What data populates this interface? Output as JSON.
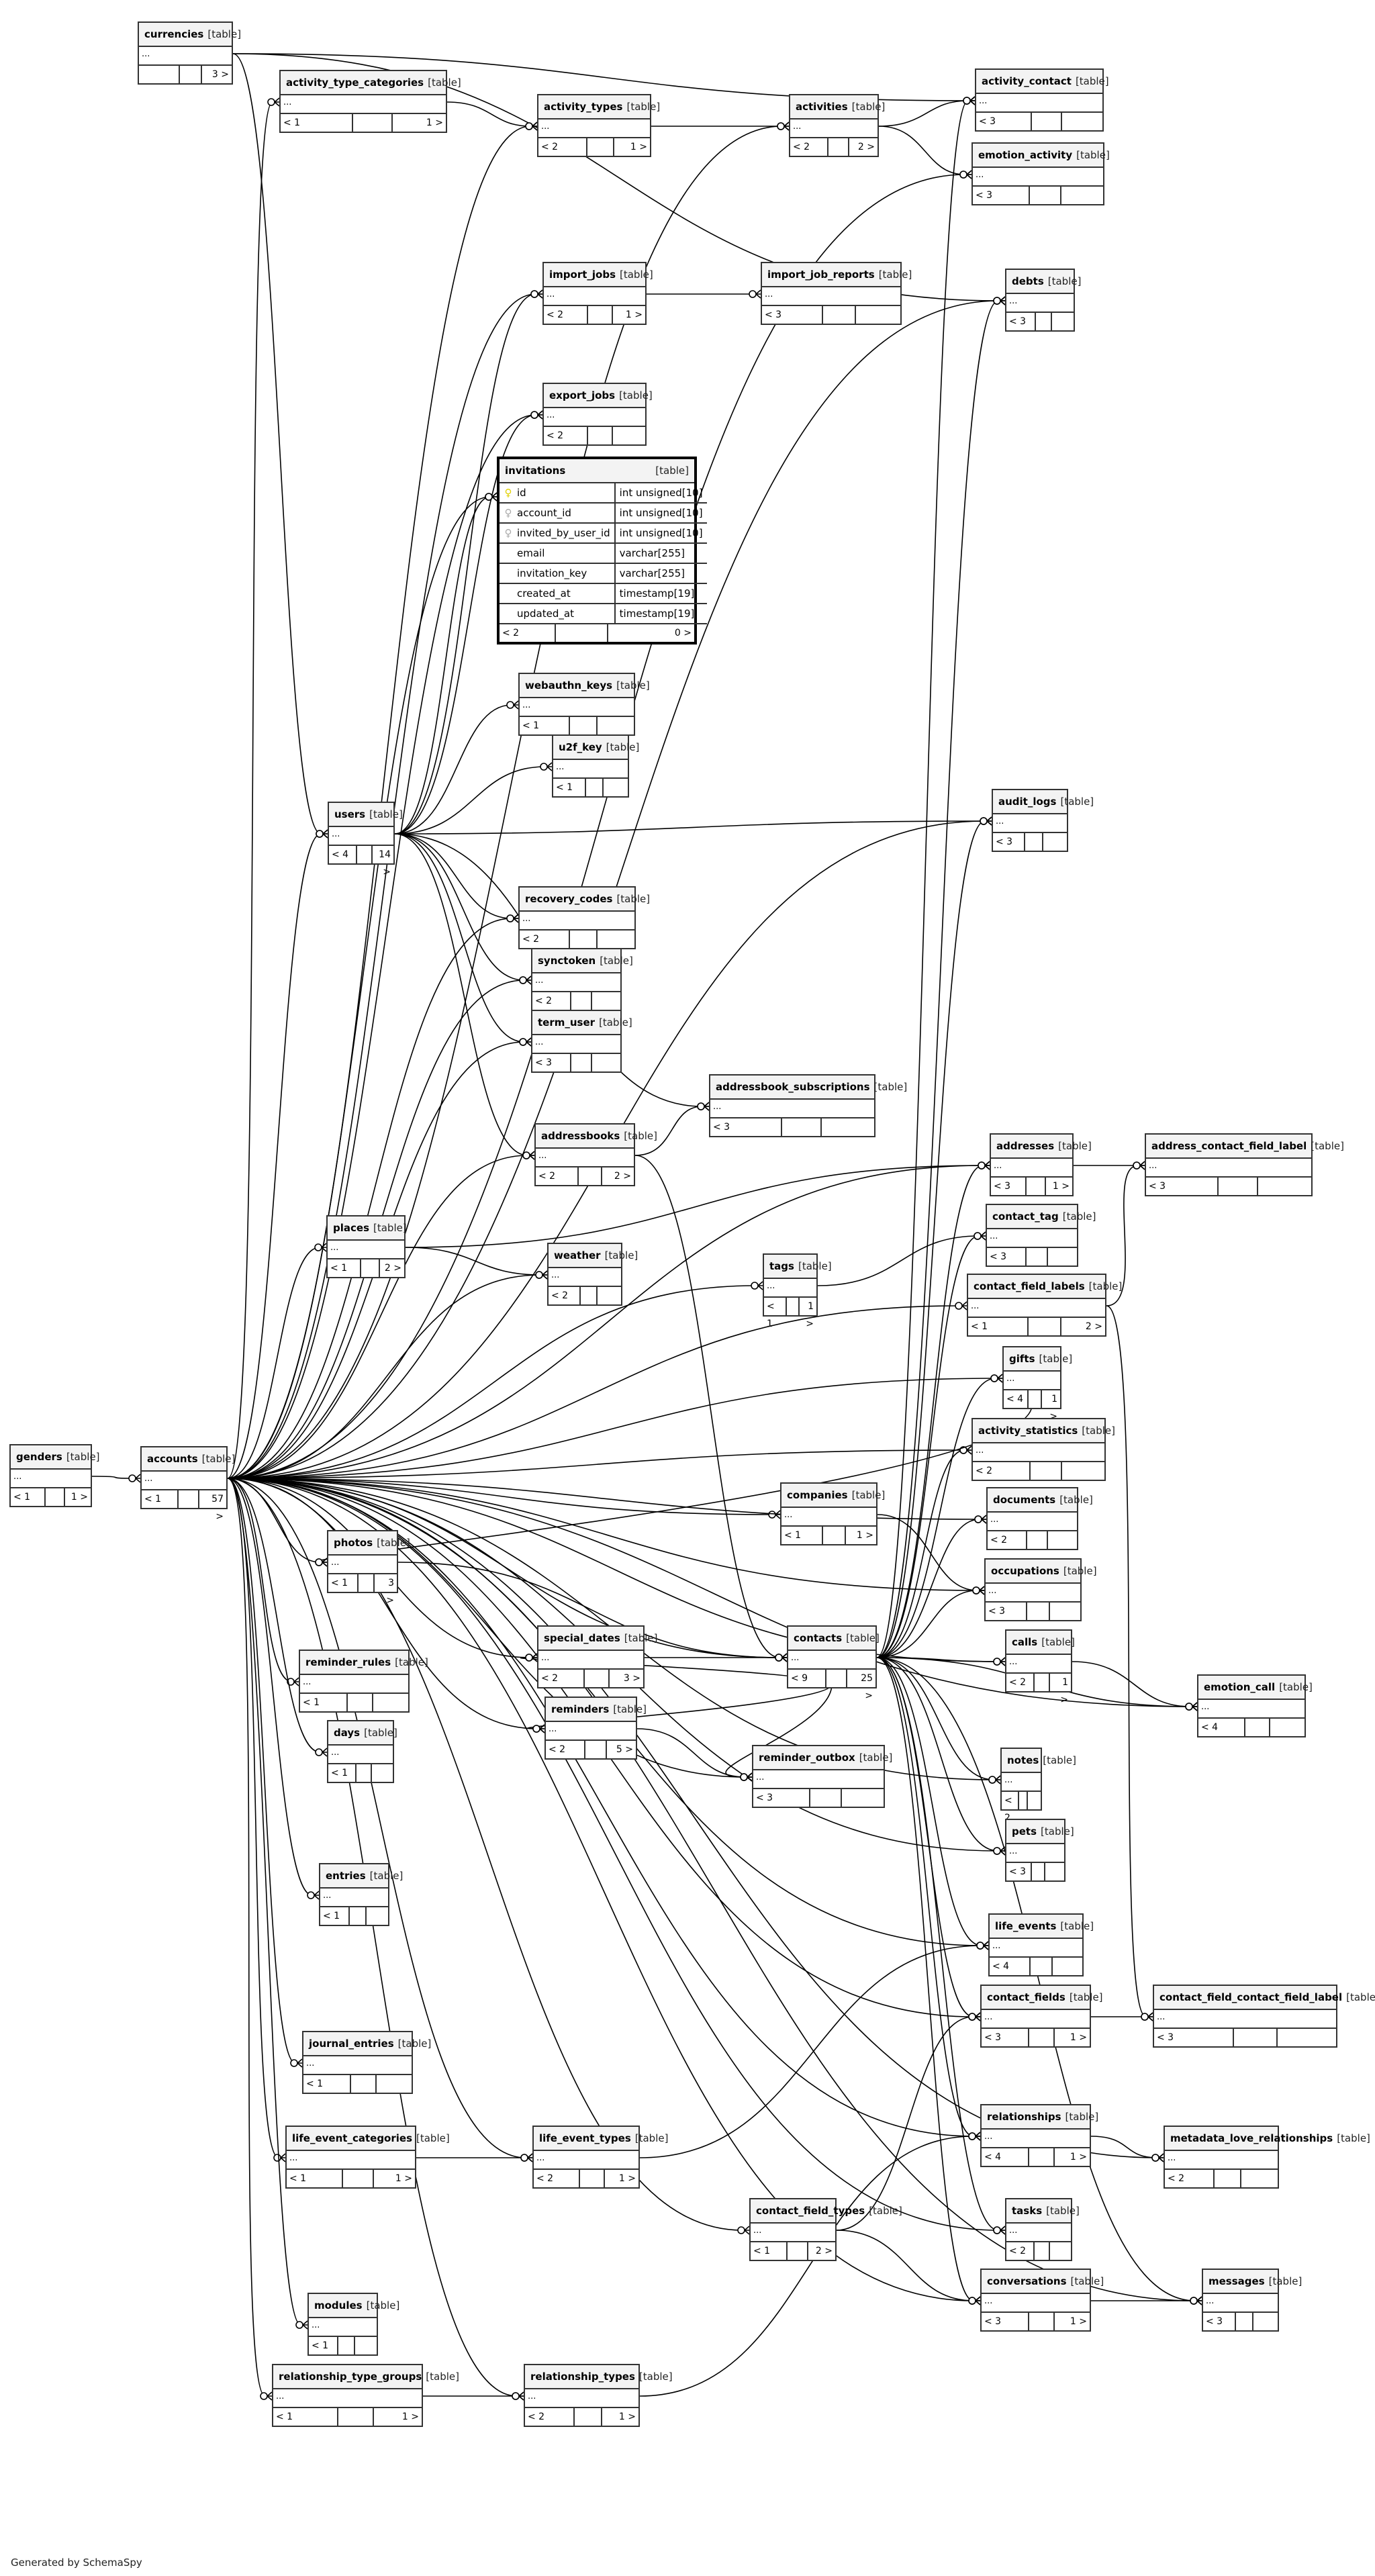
{
  "footer": "Generated by SchemaSpy",
  "table_kind_label": "[table]",
  "ellipsis": "...",
  "tables": [
    {
      "id": "currencies",
      "name": "currencies",
      "parents": "",
      "children": "3 >"
    },
    {
      "id": "activity_type_categories",
      "name": "activity_type_categories",
      "parents": "< 1",
      "children": "1 >"
    },
    {
      "id": "activity_types",
      "name": "activity_types",
      "parents": "< 2",
      "children": "1 >"
    },
    {
      "id": "activities",
      "name": "activities",
      "parents": "< 2",
      "children": "2 >"
    },
    {
      "id": "activity_contact",
      "name": "activity_contact",
      "parents": "< 3",
      "children": ""
    },
    {
      "id": "emotion_activity",
      "name": "emotion_activity",
      "parents": "< 3",
      "children": ""
    },
    {
      "id": "import_jobs",
      "name": "import_jobs",
      "parents": "< 2",
      "children": "1 >"
    },
    {
      "id": "import_job_reports",
      "name": "import_job_reports",
      "parents": "< 3",
      "children": ""
    },
    {
      "id": "debts",
      "name": "debts",
      "parents": "< 3",
      "children": ""
    },
    {
      "id": "export_jobs",
      "name": "export_jobs",
      "parents": "< 2",
      "children": ""
    },
    {
      "id": "webauthn_keys",
      "name": "webauthn_keys",
      "parents": "< 1",
      "children": ""
    },
    {
      "id": "u2f_key",
      "name": "u2f_key",
      "parents": "< 1",
      "children": ""
    },
    {
      "id": "users",
      "name": "users",
      "parents": "< 4",
      "children": "14 >"
    },
    {
      "id": "audit_logs",
      "name": "audit_logs",
      "parents": "< 3",
      "children": ""
    },
    {
      "id": "recovery_codes",
      "name": "recovery_codes",
      "parents": "< 2",
      "children": ""
    },
    {
      "id": "synctoken",
      "name": "synctoken",
      "parents": "< 2",
      "children": ""
    },
    {
      "id": "term_user",
      "name": "term_user",
      "parents": "< 3",
      "children": ""
    },
    {
      "id": "addressbook_subscriptions",
      "name": "addressbook_subscriptions",
      "parents": "< 3",
      "children": ""
    },
    {
      "id": "addressbooks",
      "name": "addressbooks",
      "parents": "< 2",
      "children": "2 >"
    },
    {
      "id": "addresses",
      "name": "addresses",
      "parents": "< 3",
      "children": "1 >"
    },
    {
      "id": "address_contact_field_label",
      "name": "address_contact_field_label",
      "parents": "< 3",
      "children": ""
    },
    {
      "id": "places",
      "name": "places",
      "parents": "< 1",
      "children": "2 >"
    },
    {
      "id": "weather",
      "name": "weather",
      "parents": "< 2",
      "children": ""
    },
    {
      "id": "tags",
      "name": "tags",
      "parents": "< 1",
      "children": "1 >"
    },
    {
      "id": "contact_tag",
      "name": "contact_tag",
      "parents": "< 3",
      "children": ""
    },
    {
      "id": "contact_field_labels",
      "name": "contact_field_labels",
      "parents": "< 1",
      "children": "2 >"
    },
    {
      "id": "gifts",
      "name": "gifts",
      "parents": "< 4",
      "children": "1 >"
    },
    {
      "id": "genders",
      "name": "genders",
      "parents": "< 1",
      "children": "1 >"
    },
    {
      "id": "accounts",
      "name": "accounts",
      "parents": "< 1",
      "children": "57 >"
    },
    {
      "id": "activity_statistics",
      "name": "activity_statistics",
      "parents": "< 2",
      "children": ""
    },
    {
      "id": "companies",
      "name": "companies",
      "parents": "< 1",
      "children": "1 >"
    },
    {
      "id": "documents",
      "name": "documents",
      "parents": "< 2",
      "children": ""
    },
    {
      "id": "photos",
      "name": "photos",
      "parents": "< 1",
      "children": "3 >"
    },
    {
      "id": "occupations",
      "name": "occupations",
      "parents": "< 3",
      "children": ""
    },
    {
      "id": "special_dates",
      "name": "special_dates",
      "parents": "< 2",
      "children": "3 >"
    },
    {
      "id": "contacts",
      "name": "contacts",
      "parents": "< 9",
      "children": "25 >"
    },
    {
      "id": "calls",
      "name": "calls",
      "parents": "< 2",
      "children": "1 >"
    },
    {
      "id": "reminder_rules",
      "name": "reminder_rules",
      "parents": "< 1",
      "children": ""
    },
    {
      "id": "emotion_call",
      "name": "emotion_call",
      "parents": "< 4",
      "children": ""
    },
    {
      "id": "reminders",
      "name": "reminders",
      "parents": "< 2",
      "children": "5 >"
    },
    {
      "id": "days",
      "name": "days",
      "parents": "< 1",
      "children": ""
    },
    {
      "id": "reminder_outbox",
      "name": "reminder_outbox",
      "parents": "< 3",
      "children": ""
    },
    {
      "id": "notes",
      "name": "notes",
      "parents": "< 2",
      "children": ""
    },
    {
      "id": "pets",
      "name": "pets",
      "parents": "< 3",
      "children": ""
    },
    {
      "id": "entries",
      "name": "entries",
      "parents": "< 1",
      "children": ""
    },
    {
      "id": "life_events",
      "name": "life_events",
      "parents": "< 4",
      "children": ""
    },
    {
      "id": "contact_fields",
      "name": "contact_fields",
      "parents": "< 3",
      "children": "1 >"
    },
    {
      "id": "contact_field_contact_field_label",
      "name": "contact_field_contact_field_label",
      "parents": "< 3",
      "children": ""
    },
    {
      "id": "journal_entries",
      "name": "journal_entries",
      "parents": "< 1",
      "children": ""
    },
    {
      "id": "life_event_categories",
      "name": "life_event_categories",
      "parents": "< 1",
      "children": "1 >"
    },
    {
      "id": "life_event_types",
      "name": "life_event_types",
      "parents": "< 2",
      "children": "1 >"
    },
    {
      "id": "relationships",
      "name": "relationships",
      "parents": "< 4",
      "children": "1 >"
    },
    {
      "id": "metadata_love_relationships",
      "name": "metadata_love_relationships",
      "parents": "< 2",
      "children": ""
    },
    {
      "id": "contact_field_types",
      "name": "contact_field_types",
      "parents": "< 1",
      "children": "2 >"
    },
    {
      "id": "tasks",
      "name": "tasks",
      "parents": "< 2",
      "children": ""
    },
    {
      "id": "conversations",
      "name": "conversations",
      "parents": "< 3",
      "children": "1 >"
    },
    {
      "id": "messages",
      "name": "messages",
      "parents": "< 3",
      "children": ""
    },
    {
      "id": "modules",
      "name": "modules",
      "parents": "< 1",
      "children": ""
    },
    {
      "id": "relationship_type_groups",
      "name": "relationship_type_groups",
      "parents": "< 1",
      "children": "1 >"
    },
    {
      "id": "relationship_types",
      "name": "relationship_types",
      "parents": "< 2",
      "children": "1 >"
    }
  ],
  "focus_table": {
    "name": "invitations",
    "kind": "[table]",
    "columns": [
      {
        "name": "id",
        "type": "int unsigned[10]",
        "key": "primary"
      },
      {
        "name": "account_id",
        "type": "int unsigned[10]",
        "key": "foreign"
      },
      {
        "name": "invited_by_user_id",
        "type": "int unsigned[10]",
        "key": "foreign"
      },
      {
        "name": "email",
        "type": "varchar[255]",
        "key": ""
      },
      {
        "name": "invitation_key",
        "type": "varchar[255]",
        "key": ""
      },
      {
        "name": "created_at",
        "type": "timestamp[19]",
        "key": ""
      },
      {
        "name": "updated_at",
        "type": "timestamp[19]",
        "key": ""
      }
    ],
    "parents": "< 2",
    "children": "0 >"
  },
  "relations": [
    [
      "activity_type_categories",
      "activity_types"
    ],
    [
      "activity_types",
      "activities"
    ],
    [
      "activities",
      "activity_contact"
    ],
    [
      "activities",
      "emotion_activity"
    ],
    [
      "import_jobs",
      "import_job_reports"
    ],
    [
      "addresses",
      "address_contact_field_label"
    ],
    [
      "contact_field_labels",
      "address_contact_field_label"
    ],
    [
      "addressbooks",
      "addressbook_subscriptions"
    ],
    [
      "places",
      "weather"
    ],
    [
      "places",
      "addresses"
    ],
    [
      "tags",
      "contact_tag"
    ],
    [
      "companies",
      "occupations"
    ],
    [
      "calls",
      "emotion_call"
    ],
    [
      "contact_fields",
      "contact_field_contact_field_label"
    ],
    [
      "contact_field_labels",
      "contact_field_contact_field_label"
    ],
    [
      "life_event_categories",
      "life_event_types"
    ],
    [
      "life_event_types",
      "life_events"
    ],
    [
      "relationships",
      "metadata_love_relationships"
    ],
    [
      "contact_field_types",
      "contact_fields"
    ],
    [
      "contact_field_types",
      "conversations"
    ],
    [
      "conversations",
      "messages"
    ],
    [
      "relationship_type_groups",
      "relationship_types"
    ],
    [
      "relationship_types",
      "relationships"
    ],
    [
      "genders",
      "accounts"
    ],
    [
      "users",
      "webauthn_keys"
    ],
    [
      "users",
      "u2f_key"
    ],
    [
      "users",
      "recovery_codes"
    ],
    [
      "users",
      "synctoken"
    ],
    [
      "users",
      "term_user"
    ],
    [
      "users",
      "addressbooks"
    ],
    [
      "users",
      "audit_logs"
    ],
    [
      "users",
      "invitations"
    ],
    [
      "users",
      "import_jobs"
    ],
    [
      "users",
      "export_jobs"
    ],
    [
      "users",
      "addressbook_subscriptions"
    ],
    [
      "currencies",
      "users"
    ],
    [
      "currencies",
      "debts"
    ],
    [
      "currencies",
      "activity_contact"
    ],
    [
      "accounts",
      "users"
    ],
    [
      "accounts",
      "photos"
    ],
    [
      "accounts",
      "reminder_rules"
    ],
    [
      "accounts",
      "days"
    ],
    [
      "accounts",
      "entries"
    ],
    [
      "accounts",
      "journal_entries"
    ],
    [
      "accounts",
      "life_event_categories"
    ],
    [
      "accounts",
      "modules"
    ],
    [
      "accounts",
      "relationship_type_groups"
    ],
    [
      "accounts",
      "special_dates"
    ],
    [
      "accounts",
      "reminders"
    ],
    [
      "accounts",
      "contacts"
    ],
    [
      "accounts",
      "companies"
    ],
    [
      "accounts",
      "activity_types"
    ],
    [
      "accounts",
      "activity_type_categories"
    ],
    [
      "accounts",
      "import_jobs"
    ],
    [
      "accounts",
      "export_jobs"
    ],
    [
      "accounts",
      "invitations"
    ],
    [
      "accounts",
      "recovery_codes"
    ],
    [
      "accounts",
      "synctoken"
    ],
    [
      "accounts",
      "term_user"
    ],
    [
      "accounts",
      "addressbooks"
    ],
    [
      "accounts",
      "places"
    ],
    [
      "accounts",
      "weather"
    ],
    [
      "accounts",
      "tags"
    ],
    [
      "accounts",
      "gifts"
    ],
    [
      "accounts",
      "activity_statistics"
    ],
    [
      "accounts",
      "documents"
    ],
    [
      "accounts",
      "calls"
    ],
    [
      "accounts",
      "notes"
    ],
    [
      "accounts",
      "pets"
    ],
    [
      "accounts",
      "life_events"
    ],
    [
      "accounts",
      "contact_fields"
    ],
    [
      "accounts",
      "relationships"
    ],
    [
      "accounts",
      "tasks"
    ],
    [
      "accounts",
      "conversations"
    ],
    [
      "accounts",
      "messages"
    ],
    [
      "accounts",
      "contact_field_types"
    ],
    [
      "accounts",
      "relationship_types"
    ],
    [
      "accounts",
      "life_event_types"
    ],
    [
      "accounts",
      "reminder_outbox"
    ],
    [
      "accounts",
      "emotion_call"
    ],
    [
      "accounts",
      "metadata_love_relationships"
    ],
    [
      "accounts",
      "activities"
    ],
    [
      "accounts",
      "debts"
    ],
    [
      "accounts",
      "audit_logs"
    ],
    [
      "accounts",
      "addresses"
    ],
    [
      "accounts",
      "contact_field_labels"
    ],
    [
      "accounts",
      "occupations"
    ],
    [
      "accounts",
      "emotion_activity"
    ],
    [
      "contacts",
      "activity_contact"
    ],
    [
      "contacts",
      "debts"
    ],
    [
      "contacts",
      "addresses"
    ],
    [
      "contacts",
      "contact_tag"
    ],
    [
      "contacts",
      "gifts"
    ],
    [
      "contacts",
      "activity_statistics"
    ],
    [
      "contacts",
      "documents"
    ],
    [
      "contacts",
      "occupations"
    ],
    [
      "contacts",
      "calls"
    ],
    [
      "contacts",
      "emotion_call"
    ],
    [
      "contacts",
      "notes"
    ],
    [
      "contacts",
      "pets"
    ],
    [
      "contacts",
      "life_events"
    ],
    [
      "contacts",
      "contact_fields"
    ],
    [
      "contacts",
      "relationships"
    ],
    [
      "contacts",
      "tasks"
    ],
    [
      "contacts",
      "conversations"
    ],
    [
      "contacts",
      "messages"
    ],
    [
      "contacts",
      "special_dates"
    ],
    [
      "contacts",
      "reminders"
    ],
    [
      "contacts",
      "reminder_outbox"
    ],
    [
      "contacts",
      "audit_logs"
    ],
    [
      "special_dates",
      "contacts"
    ],
    [
      "reminders",
      "reminder_outbox"
    ],
    [
      "photos",
      "contacts"
    ],
    [
      "addressbooks",
      "contacts"
    ],
    [
      "gifts",
      "photos"
    ]
  ]
}
